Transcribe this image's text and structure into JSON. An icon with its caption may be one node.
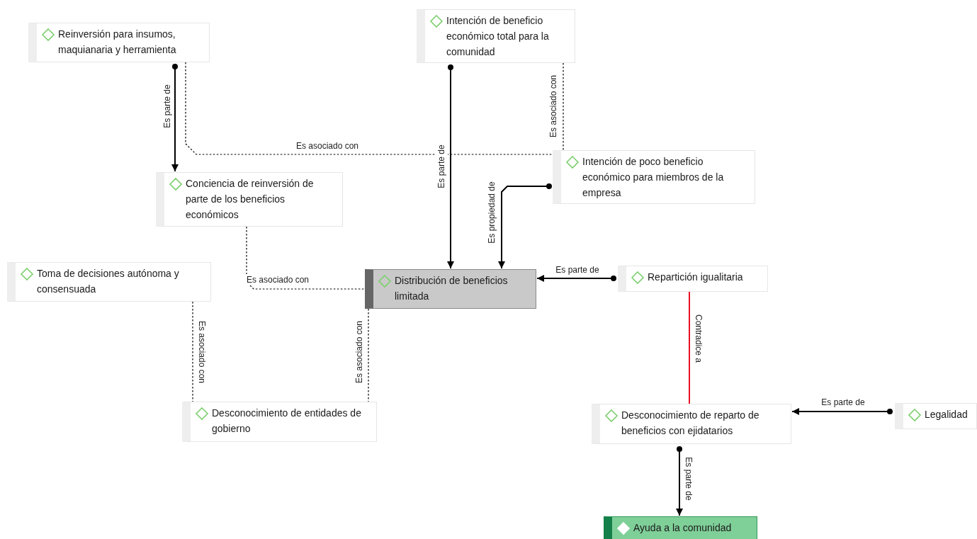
{
  "diagram": {
    "nodes": [
      {
        "text": [
          "Reinversión para insumos, maquianaria y herramienta"
        ]
      },
      {
        "text": [
          "Intención de beneficio económico total para la comunidad"
        ]
      },
      {
        "text": [
          "Conciencia de reinversión de parte de los beneficios económicos"
        ]
      },
      {
        "text": [
          "Intención de poco beneficio económico para miembros de la empresa"
        ]
      },
      {
        "text": [
          "Toma de decisiones autónoma y consensuada"
        ]
      },
      {
        "text": [
          "Distribución de beneficios limitada"
        ]
      },
      {
        "text": [
          "Repartición igualitaria"
        ]
      },
      {
        "text": [
          "Desconocimiento de entidades de gobierno"
        ]
      },
      {
        "text": [
          "Desconocimiento de reparto de beneficios con ejidatarios"
        ]
      },
      {
        "text": [
          "Legalidad"
        ]
      },
      {
        "text": [
          "Ayuda a la comunidad"
        ]
      }
    ],
    "edges": [
      {
        "from": 0,
        "to": 2,
        "arrow": "to",
        "label": "Es parte de"
      },
      {
        "from": 0,
        "to": 3,
        "arrow": "none",
        "label": "Es asociado con",
        "style": "dashed"
      },
      {
        "from": 1,
        "to": 5,
        "arrow": "to",
        "label": "Es parte de"
      },
      {
        "from": 1,
        "to": 3,
        "arrow": "none",
        "label": "Es asociado con",
        "style": "dashed"
      },
      {
        "from": 3,
        "to": 5,
        "arrow": "to",
        "label": "Es propiedad de"
      },
      {
        "from": 2,
        "to": 5,
        "arrow": "none",
        "label": "Es asociado con",
        "style": "dashed"
      },
      {
        "from": 6,
        "to": 5,
        "arrow": "to",
        "label": "Es parte de"
      },
      {
        "from": 4,
        "to": 7,
        "arrow": "none",
        "label": "Es asociado con",
        "style": "dashed"
      },
      {
        "from": 5,
        "to": 7,
        "arrow": "none",
        "label": "Es asociado con",
        "style": "dashed"
      },
      {
        "from": 6,
        "to": 8,
        "arrow": "none",
        "label": "Contradice a",
        "color": "#e81123"
      },
      {
        "from": 9,
        "to": 8,
        "arrow": "to",
        "label": "Es parte de"
      },
      {
        "from": 8,
        "to": 10,
        "arrow": "to",
        "label": "Es parte de"
      }
    ]
  }
}
